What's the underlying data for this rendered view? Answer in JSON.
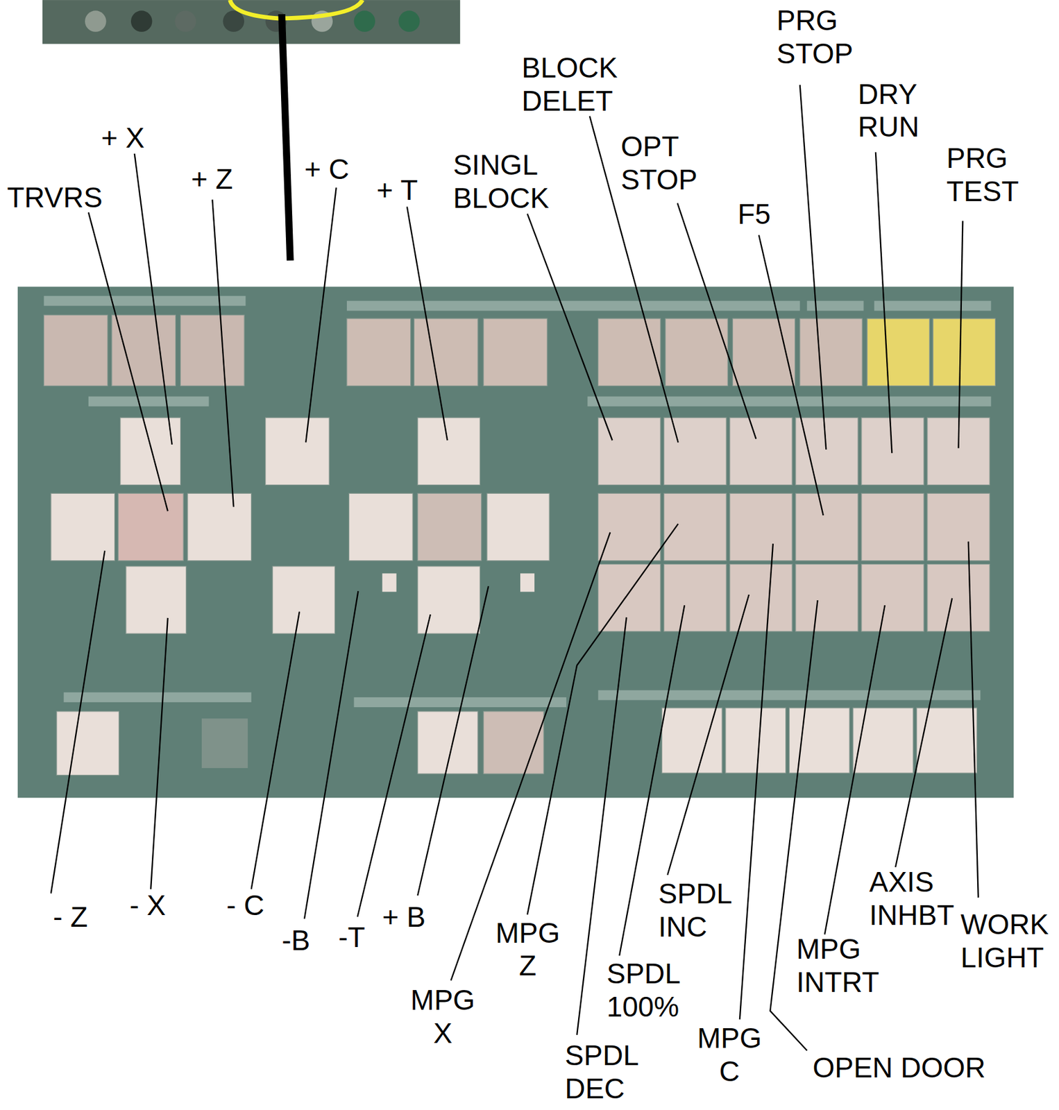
{
  "diagram": {
    "labels": [
      "PRG STOP",
      "BLOCK DELET",
      "DRY RUN",
      "OPT STOP",
      "PRG TEST",
      "+ X",
      "+ C",
      "SINGL BLOCK",
      "+ Z",
      "+ T",
      "TRVRS",
      "F5",
      "- Z",
      "- X",
      "- C",
      "-B",
      "-T",
      "+ B",
      "AXIS INHBT",
      "SPDL INC",
      "WORK LIGHT",
      "MPG Z",
      "MPG INTRT",
      "SPDL 100%",
      "MPG X",
      "MPG C",
      "SPDL DEC",
      "OPEN DOOR"
    ]
  }
}
